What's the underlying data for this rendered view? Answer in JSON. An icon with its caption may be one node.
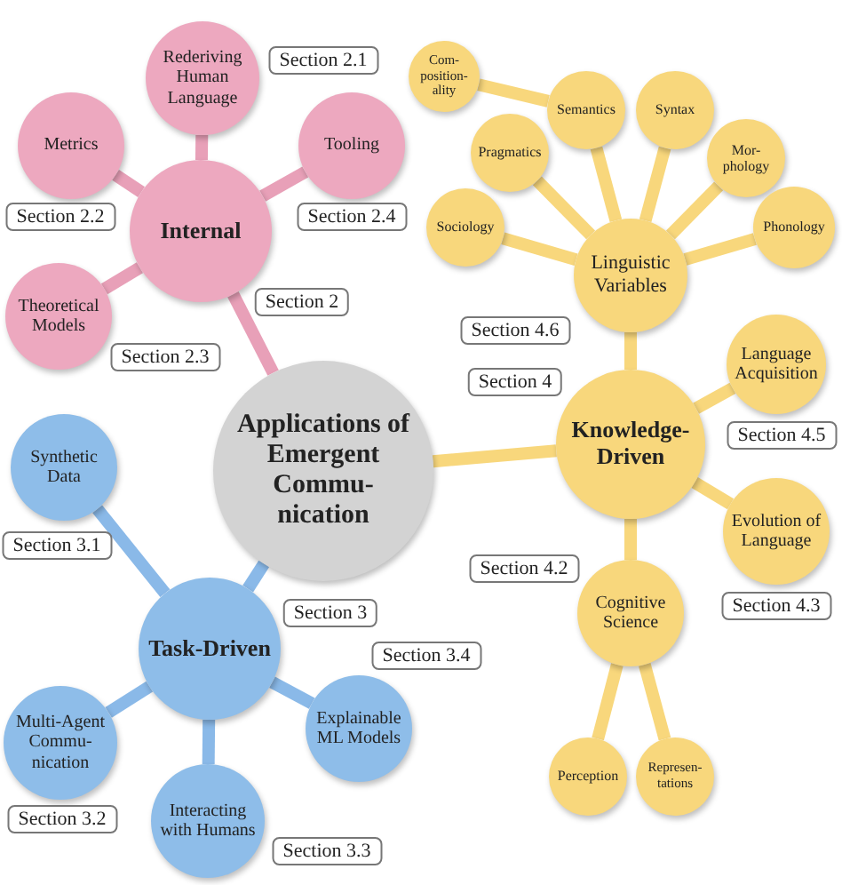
{
  "diagram": {
    "nodes": [
      {
        "text": [
          "Applications of Emergent Commu- nication"
        ]
      },
      {
        "text": [
          "Internal"
        ],
        "beside": [
          "Section 2"
        ]
      },
      {
        "text": [
          "Rederiving Human Language"
        ],
        "beside": [
          "Section 2.1"
        ]
      },
      {
        "text": [
          "Metrics"
        ],
        "beside": [
          "Section 2.2"
        ]
      },
      {
        "text": [
          "Tooling"
        ],
        "beside": [
          "Section 2.4"
        ]
      },
      {
        "text": [
          "Theoretical Models"
        ],
        "beside": [
          "Section 2.3"
        ]
      },
      {
        "text": [
          "Task-Driven"
        ],
        "beside": [
          "Section 3"
        ]
      },
      {
        "text": [
          "Synthetic Data"
        ],
        "beside": [
          "Section 3.1"
        ]
      },
      {
        "text": [
          "Multi-Agent Commu- nication"
        ],
        "beside": [
          "Section 3.2"
        ]
      },
      {
        "text": [
          "Interacting with Humans"
        ],
        "beside": [
          "Section 3.3"
        ]
      },
      {
        "text": [
          "Explainable ML Models"
        ],
        "beside": [
          "Section 3.4"
        ]
      },
      {
        "text": [
          "Knowledge- Driven"
        ],
        "beside": [
          "Section 4"
        ]
      },
      {
        "text": [
          "Linguistic Variables"
        ],
        "beside": [
          "Section 4.6"
        ]
      },
      {
        "text": [
          "Sociology"
        ]
      },
      {
        "text": [
          "Pragmatics"
        ]
      },
      {
        "text": [
          "Com- position- ality"
        ]
      },
      {
        "text": [
          "Semantics"
        ]
      },
      {
        "text": [
          "Syntax"
        ]
      },
      {
        "text": [
          "Mor- phology"
        ]
      },
      {
        "text": [
          "Phonology"
        ]
      },
      {
        "text": [
          "Language Acquisition"
        ],
        "beside": [
          "Section 4.5"
        ]
      },
      {
        "text": [
          "Evolution of Language"
        ],
        "beside": [
          "Section 4.3"
        ]
      },
      {
        "text": [
          "Cognitive Science"
        ],
        "beside": [
          "Section 4.2"
        ]
      },
      {
        "text": [
          "Perception"
        ]
      },
      {
        "text": [
          "Represen- tations"
        ]
      }
    ],
    "edges": [
      {
        "from": 0,
        "to": 1,
        "arrow": "none",
        "color": "#e8a0b8"
      },
      {
        "from": 0,
        "to": 6,
        "arrow": "none",
        "color": "#8ab9e8"
      },
      {
        "from": 0,
        "to": 11,
        "arrow": "none"
      },
      {
        "from": 1,
        "to": 2,
        "arrow": "none",
        "color": "#e8a0b8"
      },
      {
        "from": 1,
        "to": 3,
        "arrow": "none",
        "color": "#e8a0b8"
      },
      {
        "from": 1,
        "to": 4,
        "arrow": "none",
        "color": "#e8a0b8"
      },
      {
        "from": 1,
        "to": 5,
        "arrow": "none",
        "color": "#e8a0b8"
      },
      {
        "from": 6,
        "to": 7,
        "arrow": "none",
        "color": "#8ab9e8"
      },
      {
        "from": 6,
        "to": 8,
        "arrow": "none",
        "color": "#8ab9e8"
      },
      {
        "from": 6,
        "to": 9,
        "arrow": "none",
        "color": "#8ab9e8"
      },
      {
        "from": 6,
        "to": 10,
        "arrow": "none",
        "color": "#8ab9e8"
      },
      {
        "from": 11,
        "to": 12,
        "arrow": "none"
      },
      {
        "from": 11,
        "to": 20,
        "arrow": "none"
      },
      {
        "from": 11,
        "to": 21,
        "arrow": "none"
      },
      {
        "from": 11,
        "to": 22,
        "arrow": "none"
      },
      {
        "from": 12,
        "to": 13,
        "arrow": "none"
      },
      {
        "from": 12,
        "to": 14,
        "arrow": "none"
      },
      {
        "from": 12,
        "to": 16,
        "arrow": "none"
      },
      {
        "from": 16,
        "to": 15,
        "arrow": "none"
      },
      {
        "from": 12,
        "to": 17,
        "arrow": "none"
      },
      {
        "from": 12,
        "to": 18,
        "arrow": "none"
      },
      {
        "from": 12,
        "to": 19,
        "arrow": "none"
      },
      {
        "from": 22,
        "to": 23,
        "arrow": "none"
      },
      {
        "from": 22,
        "to": 24,
        "arrow": "none"
      }
    ]
  }
}
